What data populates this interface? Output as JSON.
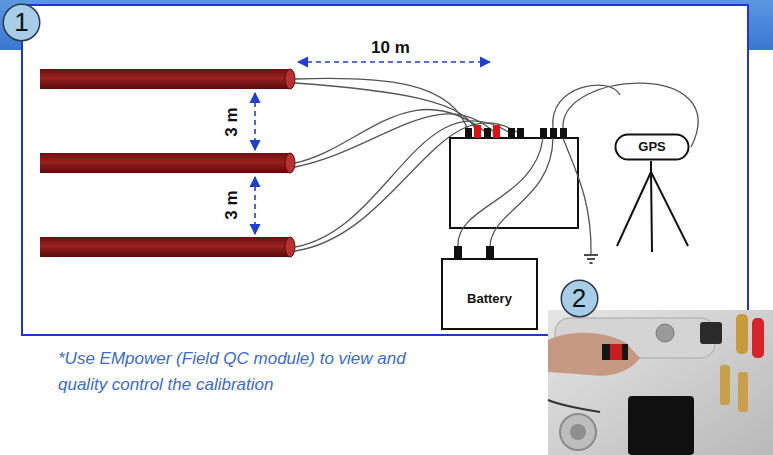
{
  "diagram": {
    "nodes": [
      {
        "text": [
          "1"
        ]
      },
      {
        "text": [
          "GPS"
        ]
      },
      {
        "text": [
          "Battery"
        ]
      },
      {
        "text": [
          "2"
        ]
      }
    ],
    "labels": [
      "10 m",
      "3 m",
      "3 m",
      "*Use EMpower (Field QC module) to view and quality control the calibration"
    ]
  }
}
